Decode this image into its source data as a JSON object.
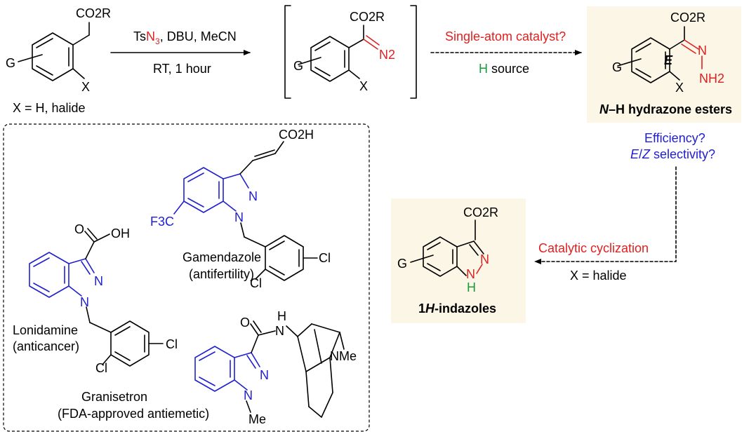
{
  "step1": {
    "reagents": "TsN3, DBU, MeCN",
    "reagent_ts": "Ts",
    "reagent_n": "N",
    "reagent_3": "3",
    "reagent_rest": ", DBU, MeCN",
    "conditions": "RT, 1 hour"
  },
  "step2": {
    "question": "Single-atom catalyst?",
    "h_letter": "H",
    "h_rest": " source"
  },
  "step3": {
    "question_1": "Efficiency?",
    "question_2_e": "E",
    "question_2_slash": "/",
    "question_2_z": "Z",
    "question_2_rest": " selectivity?"
  },
  "step4": {
    "label": "Catalytic cyclization",
    "condition": "X = halide"
  },
  "start_material": {
    "co2r": "CO2R",
    "x": "X",
    "g": "G",
    "caption": "X = H, halide"
  },
  "diazo": {
    "co2r": "CO2R",
    "n2": "N2",
    "x": "X",
    "g": "G"
  },
  "hydrazone": {
    "co2r": "CO2R",
    "n": "N",
    "nh2": "NH2",
    "e": "E",
    "x": "X",
    "g": "G",
    "caption_n": "N",
    "caption_rest": "–H hydrazone esters"
  },
  "indazole": {
    "co2r": "CO2R",
    "n": "N",
    "nh_n": "N",
    "nh_h": "H",
    "g": "G",
    "caption_1": "1",
    "caption_h": "H",
    "caption_rest": "-indazoles"
  },
  "drugs": {
    "gamendazole": {
      "name": "Gamendazole",
      "use": "(antifertility)",
      "co2h": "CO2H",
      "cf3": "F3C",
      "cl1": "Cl",
      "cl2": "Cl",
      "n1": "N",
      "n2": "N"
    },
    "lonidamine": {
      "name": "Lonidamine",
      "use": "(anticancer)",
      "o": "O",
      "oh": "OH",
      "cl1": "Cl",
      "cl2": "Cl",
      "n1": "N",
      "n2": "N"
    },
    "granisetron": {
      "name": "Granisetron",
      "use": "(FDA-approved antiemetic)",
      "o": "O",
      "h": "H",
      "n_amide": "N",
      "nme": "NMe",
      "me": "Me",
      "n1": "N",
      "n2": "N"
    }
  },
  "colors": {
    "highlight_red": "#e02020",
    "highlight_green": "#1a9a3a",
    "highlight_blue": "#2020d0",
    "panel_bg": "#fbf6e6"
  }
}
